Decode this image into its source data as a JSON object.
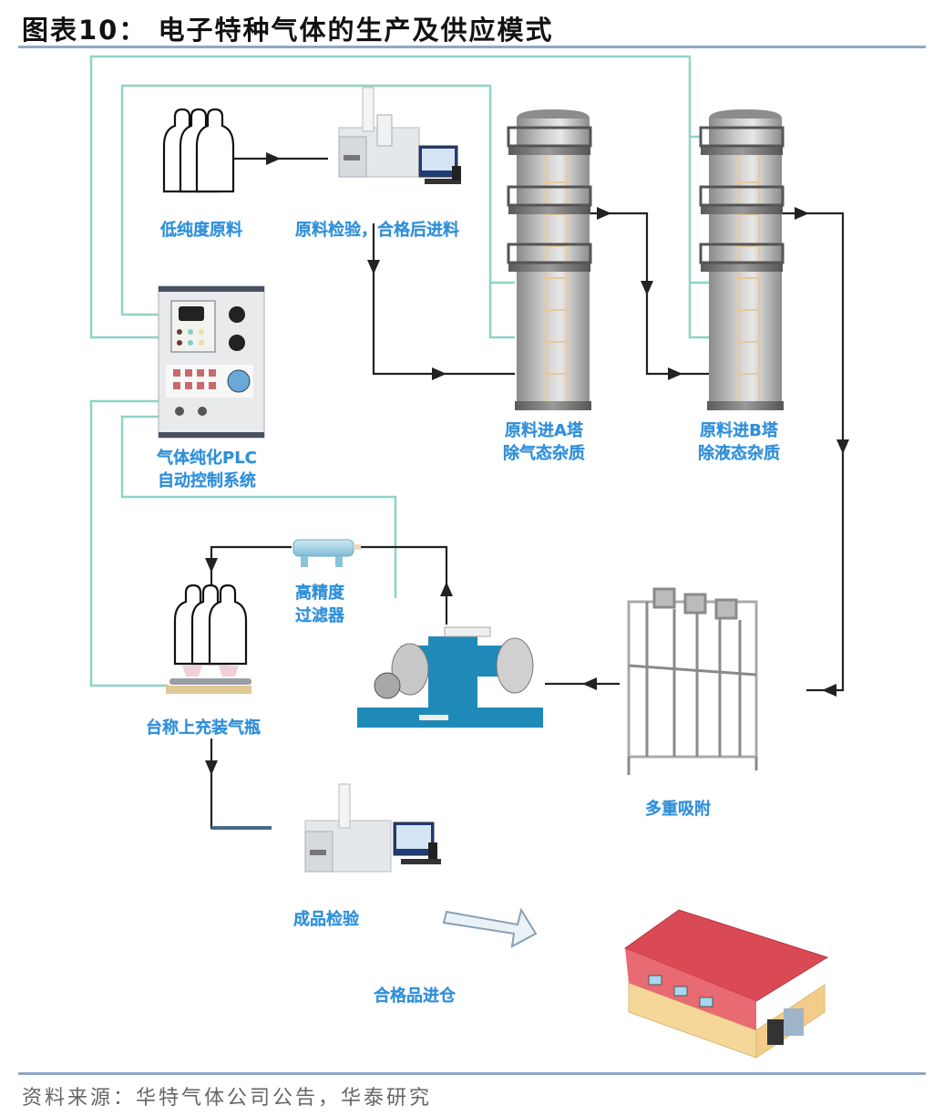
{
  "figure": {
    "title": "图表10：  电子特种气体的生产及供应模式",
    "source": "资料来源：华特气体公司公告，华泰研究"
  },
  "nodes": {
    "raw_material": {
      "label": "低纯度原料"
    },
    "raw_inspection": {
      "label": "原料检验，合格后进料"
    },
    "tower_a": {
      "line1": "原料进A塔",
      "line2": "除气态杂质"
    },
    "tower_b": {
      "line1": "原料进B塔",
      "line2": "除液态杂质"
    },
    "plc": {
      "line1": "气体纯化PLC",
      "line2": "自动控制系统"
    },
    "filter": {
      "line1": "高精度",
      "line2": "过滤器"
    },
    "filling": {
      "label": "台称上充装气瓶"
    },
    "adsorption": {
      "label": "多重吸附"
    },
    "final_inspection": {
      "label": "成品检验"
    },
    "warehouse": {
      "label": "合格品进仓"
    }
  },
  "colors": {
    "label_blue": "#2f8fd8",
    "control_line": "#8fd4c4",
    "flow_line": "#222222",
    "rule": "#8fa8c4",
    "compressor": "#1f8ab8",
    "roof": "#d94a55",
    "wall": "#f6d79a"
  }
}
